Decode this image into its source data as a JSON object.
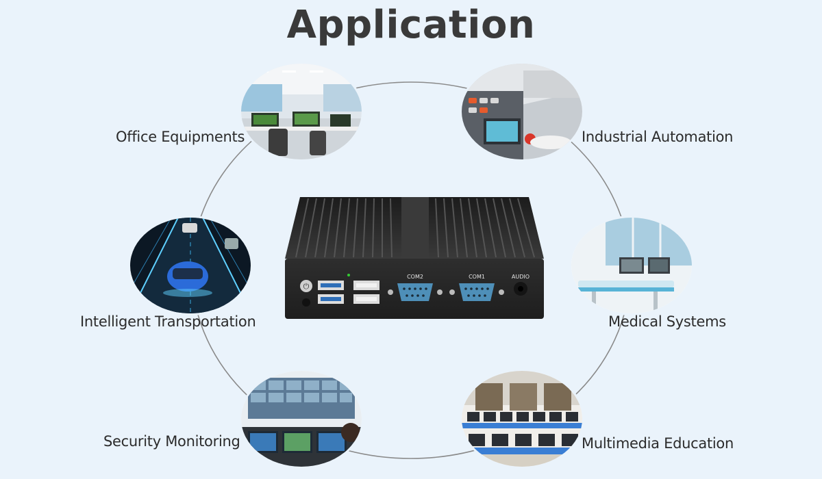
{
  "title": "Application",
  "applications": [
    {
      "label": "Office Equipments",
      "icon": "office-scene"
    },
    {
      "label": "Industrial Automation",
      "icon": "control-panel-scene"
    },
    {
      "label": "Intelligent Transportation",
      "icon": "smart-car-scene"
    },
    {
      "label": "Medical Systems",
      "icon": "hospital-scene"
    },
    {
      "label": "Security Monitoring",
      "icon": "control-room-scene"
    },
    {
      "label": "Multimedia Education",
      "icon": "computer-lab-scene"
    }
  ],
  "device": {
    "ports": [
      "COM2",
      "COM1",
      "AUDIO"
    ],
    "body_color": "#2a2a2a",
    "port_color": "#4e8fb8"
  },
  "colors": {
    "background": "#eaf3fb",
    "ring": "#8a8a8a",
    "title": "#3a3a3a"
  }
}
